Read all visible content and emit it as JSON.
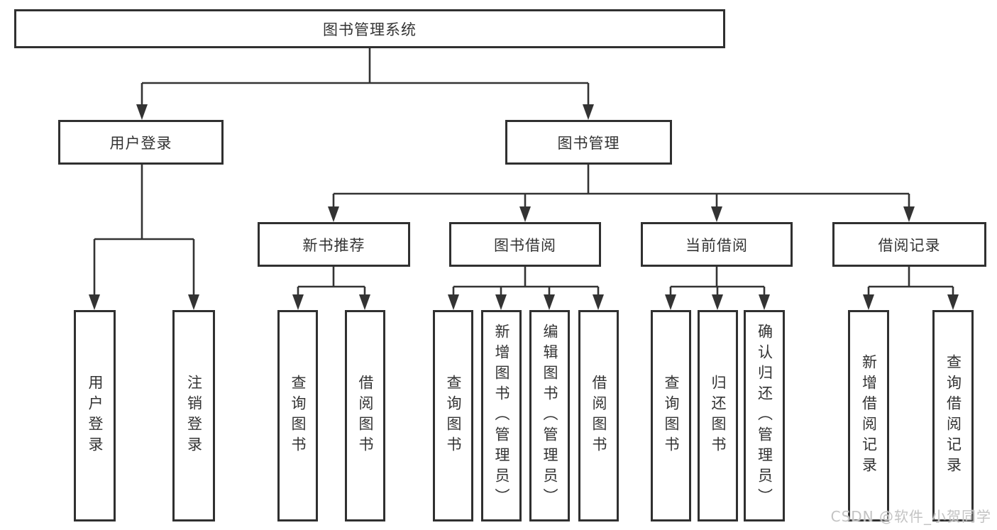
{
  "diagram": {
    "type": "hierarchy-diagram",
    "title": "图书管理系统",
    "colors": {
      "line": "#333333",
      "box_border": "#303030",
      "box_fill": "#ffffff",
      "text": "#333333",
      "watermark_text": "#c3c3c3"
    },
    "tree": {
      "root": {
        "label": "图书管理系统",
        "children": [
          {
            "label": "用户登录",
            "children": [
              {
                "label": "用户登录"
              },
              {
                "label": "注销登录"
              }
            ]
          },
          {
            "label": "图书管理",
            "children": [
              {
                "label": "新书推荐",
                "children": [
                  {
                    "label": "查询图书"
                  },
                  {
                    "label": "借阅图书"
                  }
                ]
              },
              {
                "label": "图书借阅",
                "children": [
                  {
                    "label": "查询图书"
                  },
                  {
                    "label": "新增图书（管理员）"
                  },
                  {
                    "label": "编辑图书（管理员）"
                  },
                  {
                    "label": "借阅图书"
                  }
                ]
              },
              {
                "label": "当前借阅",
                "children": [
                  {
                    "label": "查询图书"
                  },
                  {
                    "label": "归还图书"
                  },
                  {
                    "label": "确认归还（管理员）"
                  }
                ]
              },
              {
                "label": "借阅记录",
                "children": [
                  {
                    "label": "新增借阅记录"
                  },
                  {
                    "label": "查询借阅记录"
                  }
                ]
              }
            ]
          }
        ]
      }
    }
  },
  "watermark": {
    "text": "CSDN @软件_小贺同学"
  }
}
